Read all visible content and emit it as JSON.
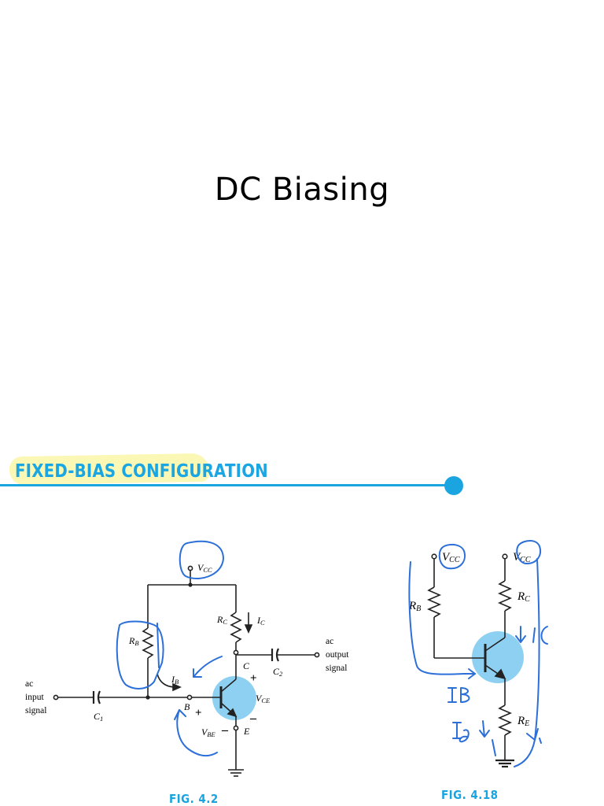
{
  "slide": {
    "title": "DC Biasing"
  },
  "section": {
    "heading": "FIXED-BIAS CONFIGURATION",
    "accent_color": "#1ba5e0",
    "highlight_color": "#fbf7b4"
  },
  "fig_4_2": {
    "caption": "FIG. 4.2",
    "vcc_base": "V",
    "vcc_sub": "CC",
    "rc_base": "R",
    "rc_sub": "C",
    "ic_base": "I",
    "ic_sub": "C",
    "rb_base": "R",
    "rb_sub": "B",
    "ib_base": "I",
    "ib_sub": "B",
    "c_node": "C",
    "b_node": "B",
    "e_node": "E",
    "c2_base": "C",
    "c2_sub": "2",
    "c1_base": "C",
    "c1_sub": "1",
    "vce_base": "V",
    "vce_sub": "CE",
    "vbe_base": "V",
    "vbe_sub": "BE",
    "plus_ce": "+",
    "minus_ce": "–",
    "plus_be": "+",
    "minus_be": "–",
    "ac_input_lines": [
      "ac",
      "input",
      "signal"
    ],
    "ac_output_lines": [
      "ac",
      "output",
      "signal"
    ]
  },
  "fig_4_18": {
    "caption": "FIG. 4.18",
    "vcc_left_base": "V",
    "vcc_left_sub": "CC",
    "vcc_right_base": "V",
    "vcc_right_sub": "CC",
    "rb_base": "R",
    "rb_sub": "B",
    "rc_base": "R",
    "rc_sub": "C",
    "re_base": "R",
    "re_sub": "E"
  },
  "annotations": {
    "pen_color": "#2c6fd8",
    "transistor_highlight": "#8ed0f2"
  }
}
